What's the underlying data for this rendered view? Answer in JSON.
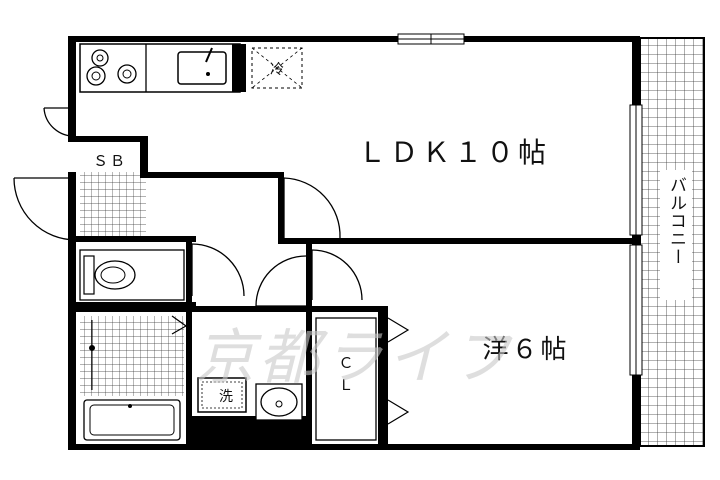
{
  "labels": {
    "ldk": "ＬＤＫ１０帖",
    "western": "洋６帖",
    "balcony": "バルコニー",
    "sb": "ＳＢ",
    "cl": "ＣＬ",
    "fridge": "冷",
    "washer": "洗",
    "watermark": "京都ライフ"
  },
  "colors": {
    "wall": "#000000",
    "line": "#111111",
    "background": "#ffffff",
    "watermark": "#c9c9c9"
  }
}
